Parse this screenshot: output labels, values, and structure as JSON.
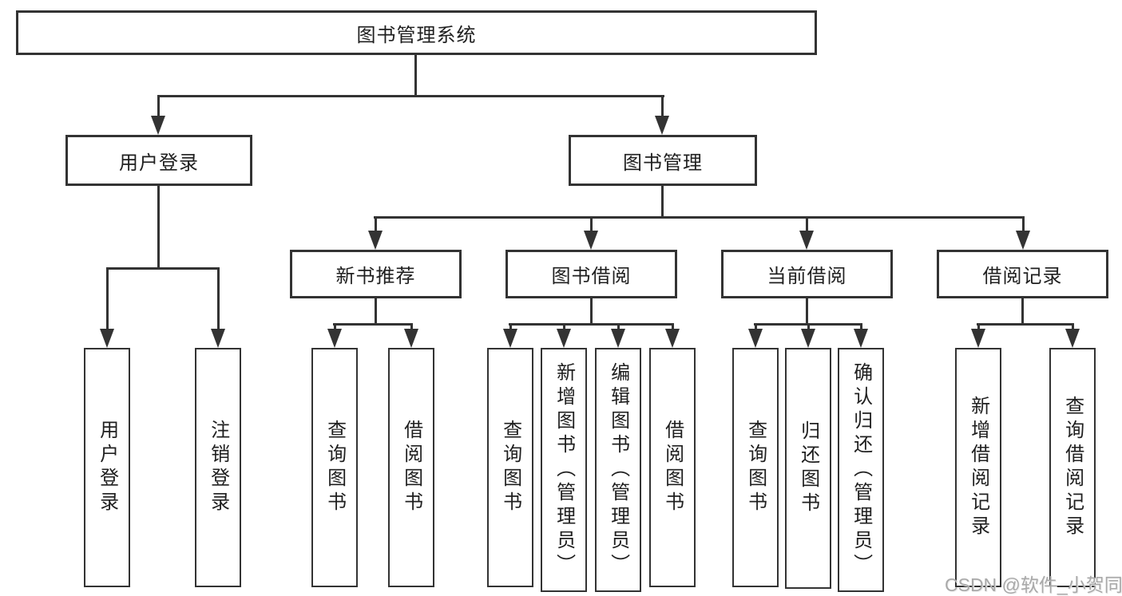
{
  "tree": {
    "root": "图书管理系统",
    "branches": [
      {
        "label": "用户登录",
        "leaves": [
          "用户登录",
          "注销登录"
        ]
      },
      {
        "label": "图书管理",
        "groups": [
          {
            "label": "新书推荐",
            "leaves": [
              "查询图书",
              "借阅图书"
            ]
          },
          {
            "label": "图书借阅",
            "leaves": [
              "查询图书",
              "新增图书（管理员）",
              "编辑图书（管理员）",
              "借阅图书"
            ]
          },
          {
            "label": "当前借阅",
            "leaves": [
              "查询图书",
              "归还图书",
              "确认归还（管理员）"
            ]
          },
          {
            "label": "借阅记录",
            "leaves": [
              "新增借阅记录",
              "查询借阅记录"
            ]
          }
        ]
      }
    ]
  },
  "watermark": {
    "text": "CSDN @软件_小贺同学"
  },
  "colors": {
    "line": "#333333",
    "text": "#1f1f1f",
    "background": "#ffffff",
    "watermark": "#a9a9a9"
  }
}
